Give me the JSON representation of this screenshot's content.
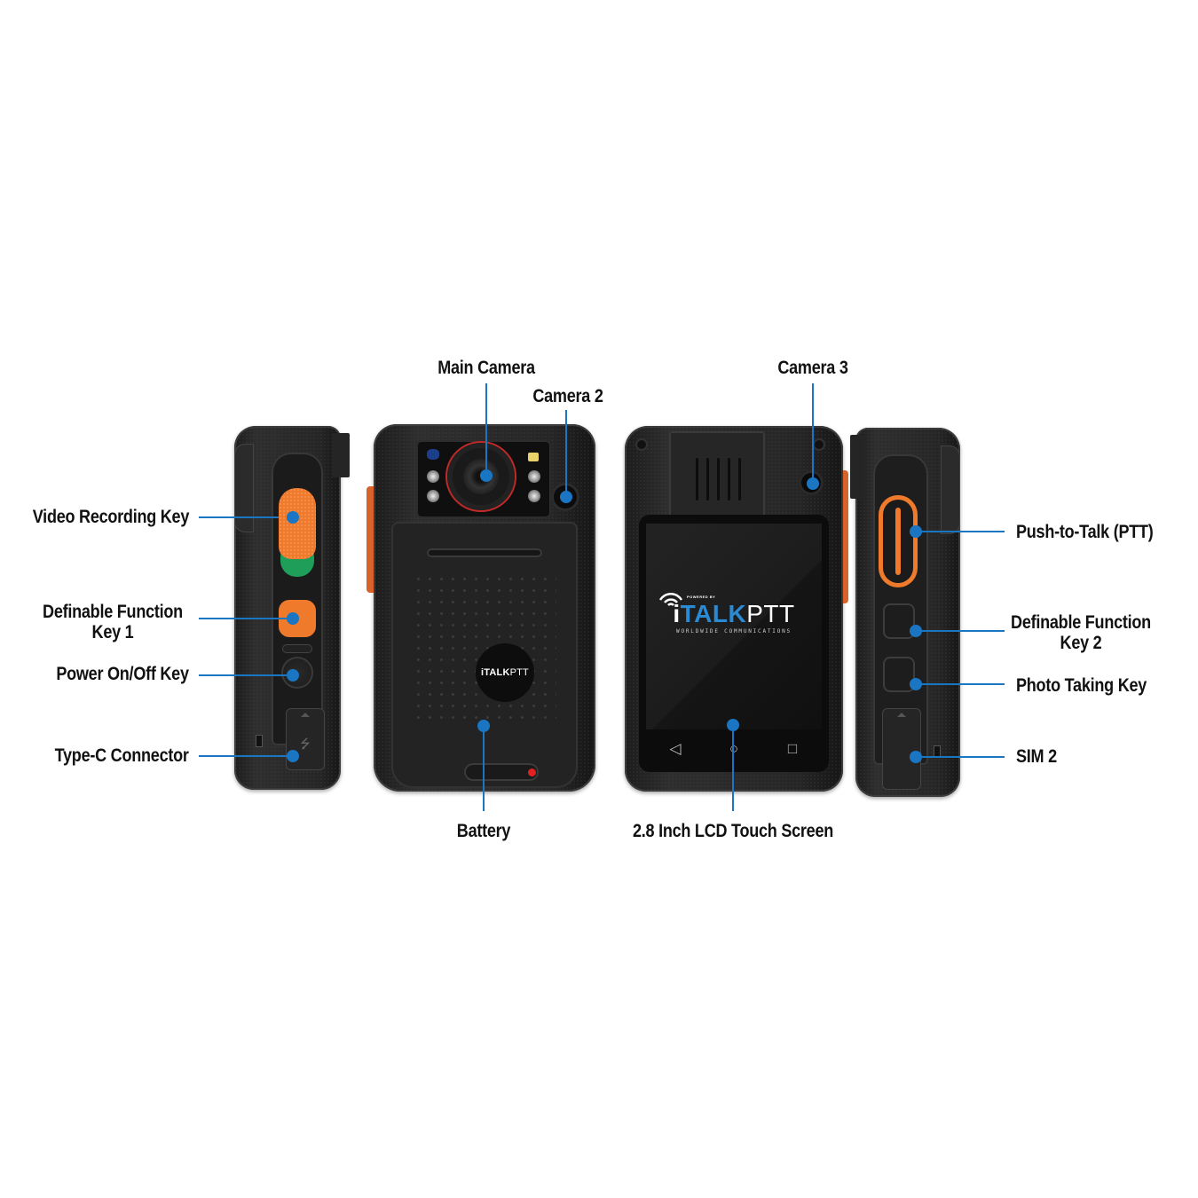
{
  "diagram": {
    "subject": "iTALKPTT body camera device — four views with labeled features",
    "accent_color": "#1a75c2",
    "key_orange": "#f07a2c",
    "key_green": "#1f9e5a",
    "led_red": "#e02222"
  },
  "views": {
    "left_side": {
      "callouts": [
        {
          "label": "Video Recording Key"
        },
        {
          "label_line1": "Definable Function",
          "label_line2": "Key 1"
        },
        {
          "label": "Power On/Off Key"
        },
        {
          "label": "Type-C Connector"
        }
      ],
      "usb_glyph": "⭍"
    },
    "back": {
      "callouts": [
        {
          "label": "Main Camera"
        },
        {
          "label": "Camera 2"
        },
        {
          "label": "Battery"
        }
      ],
      "logo": {
        "bold": "iTALK",
        "light": "PTT"
      }
    },
    "front": {
      "callouts": [
        {
          "label": "Camera 3"
        },
        {
          "label": "2.8 Inch LCD Touch Screen"
        }
      ],
      "screen": {
        "powered_by": "POWERED BY",
        "brand_i": "i",
        "brand_talk": "TALK",
        "brand_ptt": "PTT",
        "tagline": "WORLDWIDE COMMUNICATIONS",
        "nav": {
          "back": "◁",
          "home": "○",
          "recents": "□"
        }
      }
    },
    "right_side": {
      "callouts": [
        {
          "label": "Push-to-Talk (PTT)"
        },
        {
          "label_line1": "Definable Function",
          "label_line2": "Key 2"
        },
        {
          "label": "Photo Taking Key"
        },
        {
          "label": "SIM 2"
        }
      ]
    }
  }
}
